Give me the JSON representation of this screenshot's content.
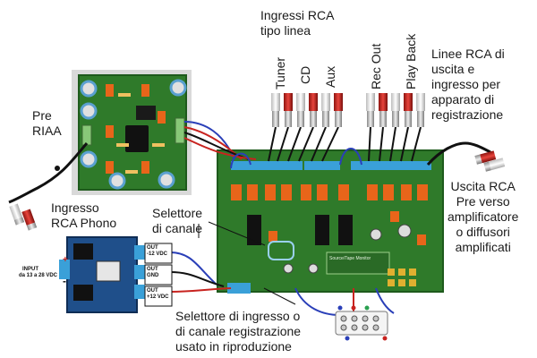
{
  "labels": {
    "ingressi_rca": [
      "Ingressi RCA",
      "tipo linea"
    ],
    "inputs": [
      "Tuner",
      "CD",
      "Aux"
    ],
    "outputs": [
      "Rec Out",
      "Play Back"
    ],
    "linee_rca": [
      "Linee RCA di",
      "uscita e",
      "ingresso per",
      "apparato di",
      "registrazione"
    ],
    "pre_riaa": [
      "Pre",
      "RIAA"
    ],
    "ingresso_phono": [
      "Ingresso",
      "RCA Phono"
    ],
    "selettore_canale": [
      "Selettore",
      "di canale"
    ],
    "uscita_rca": [
      "Uscita RCA",
      "Pre verso",
      "amplificatore",
      "o diffusori",
      "amplificati"
    ],
    "selettore_ingresso": [
      "Selettore di ingresso o",
      "di canale registrazione",
      "usato in riproduzione"
    ],
    "psu_input": [
      "INPUT",
      "da 13 a 28 VDC"
    ],
    "psu_outputs": [
      [
        "OUT",
        "-12 VDC"
      ],
      [
        "OUT",
        "GND"
      ],
      [
        "OUT",
        "+12 VDC"
      ]
    ],
    "psu_plus": "+",
    "psu_minus": "-",
    "board_silk": "Source/Tape Monitor"
  },
  "colors": {
    "pcb_green": "#2f7a2a",
    "pcb_dark": "#1e5a1c",
    "relay_orange": "#e8651a",
    "rca_red": "#d42b25",
    "rca_white": "#f2f2f2",
    "wire_blue": "#2a3fb8",
    "wire_red": "#c8231f",
    "wire_black": "#111111",
    "psu_blue": "#1f4f8a",
    "terminal_blue": "#3aa0d8"
  }
}
